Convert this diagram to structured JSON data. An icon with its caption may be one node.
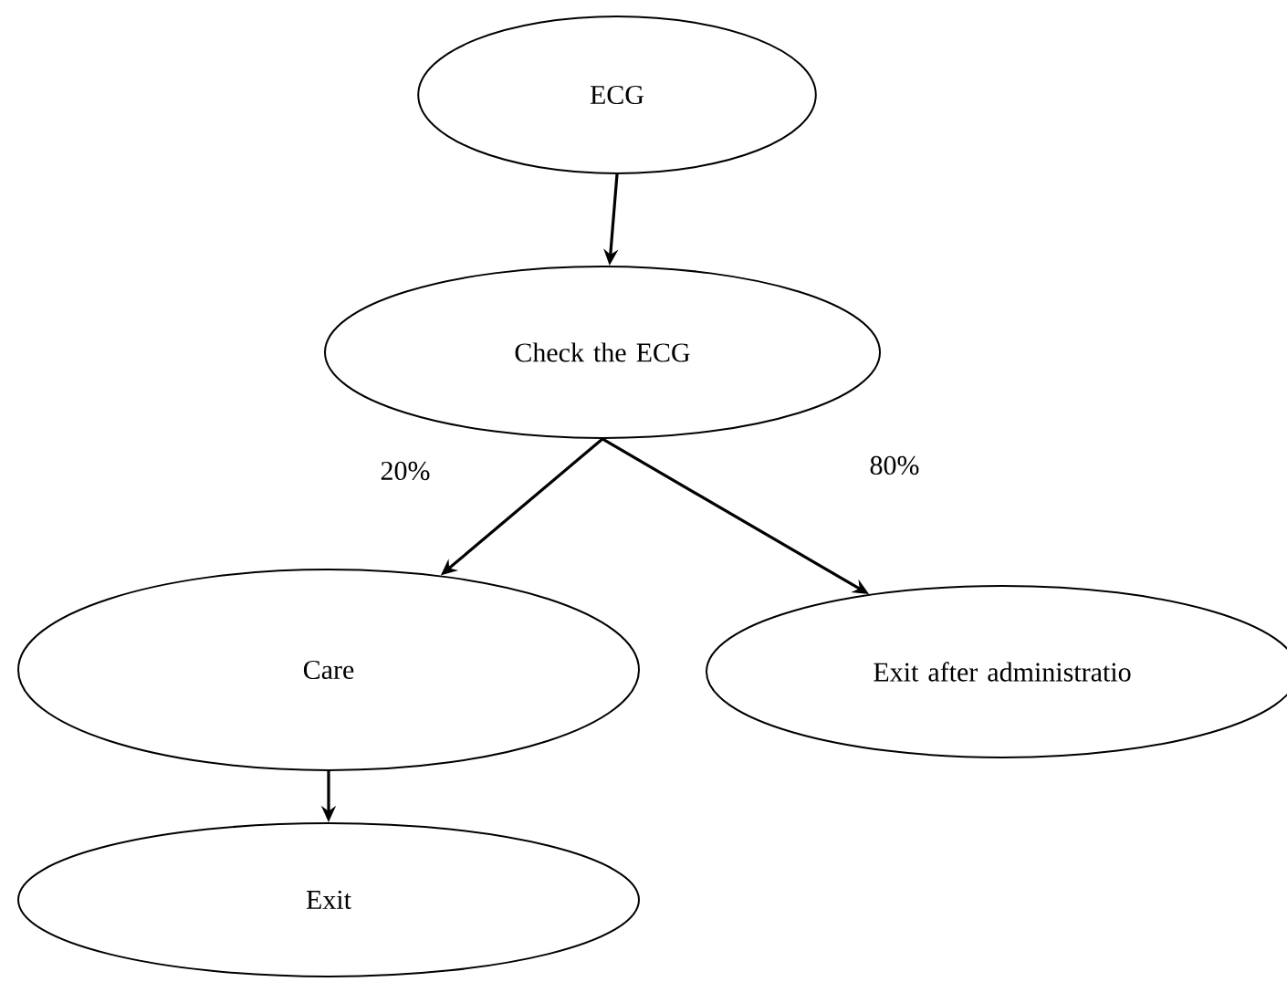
{
  "diagram": {
    "nodes": [
      {
        "text": [
          "ECG"
        ]
      },
      {
        "text": [
          "Check the ECG"
        ]
      },
      {
        "text": [
          "Care"
        ]
      },
      {
        "text": [
          "Exit after administratio"
        ]
      },
      {
        "text": [
          "Exit"
        ]
      }
    ],
    "edges": [
      {
        "from": 0,
        "to": 1,
        "arrow": "to"
      },
      {
        "from": 1,
        "to": 2,
        "arrow": "to",
        "label": "20%"
      },
      {
        "from": 1,
        "to": 3,
        "arrow": "to",
        "label": "80%"
      },
      {
        "from": 2,
        "to": 4,
        "arrow": "to"
      }
    ]
  }
}
